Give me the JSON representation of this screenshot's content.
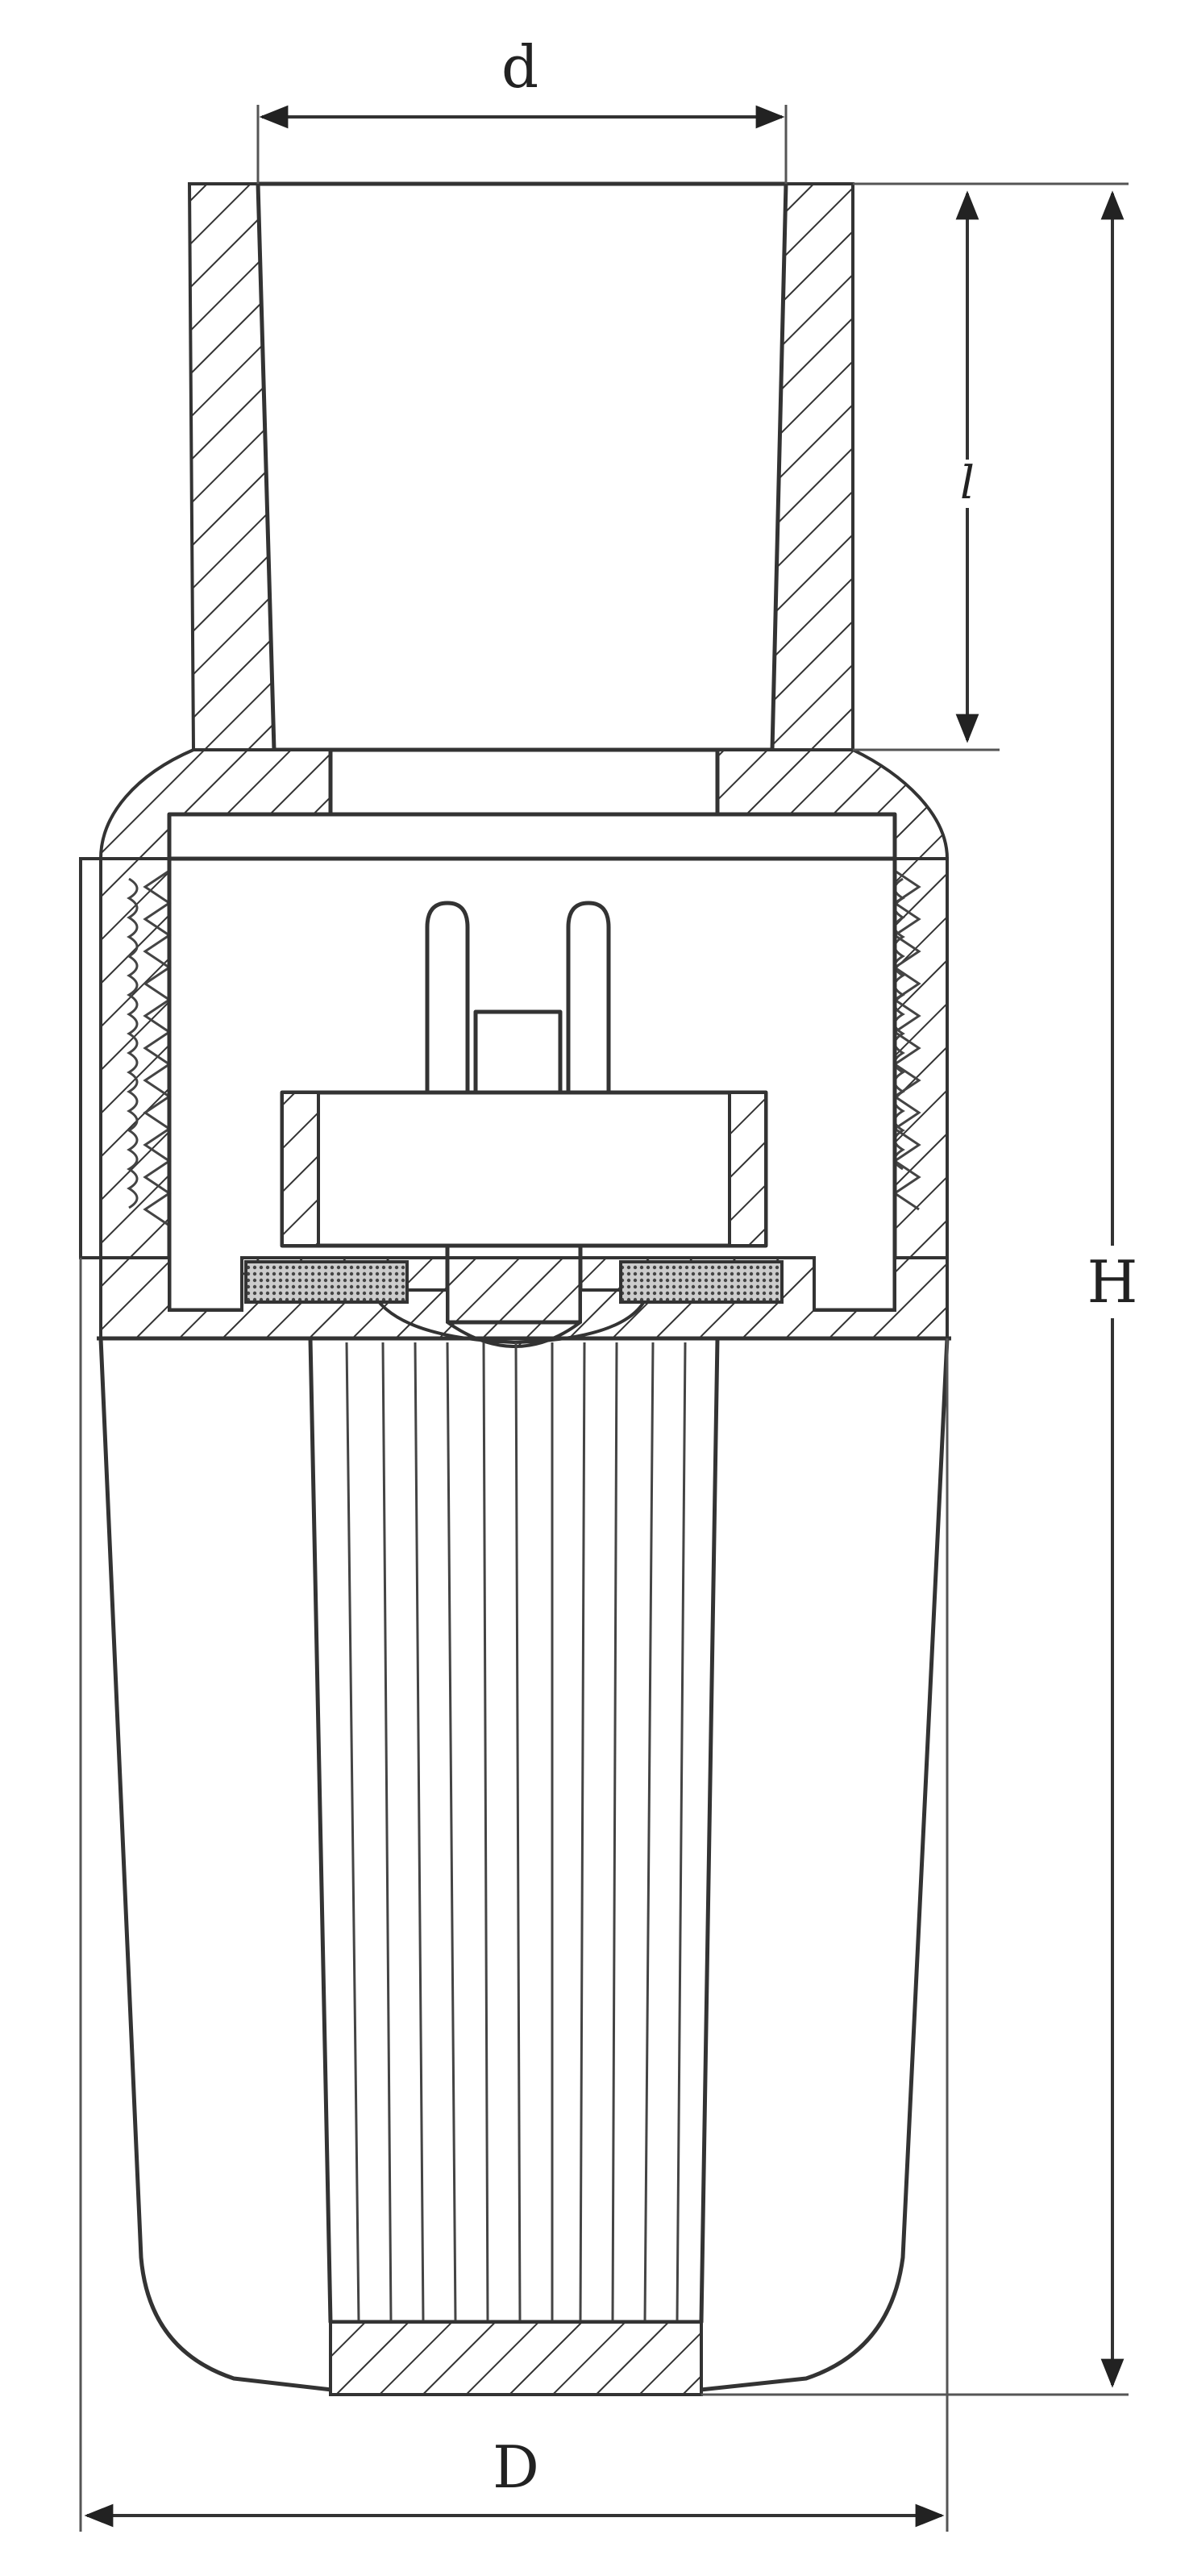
{
  "diagram": {
    "labels": {
      "d": "d",
      "l": "l",
      "H": "H",
      "D": "D"
    }
  }
}
